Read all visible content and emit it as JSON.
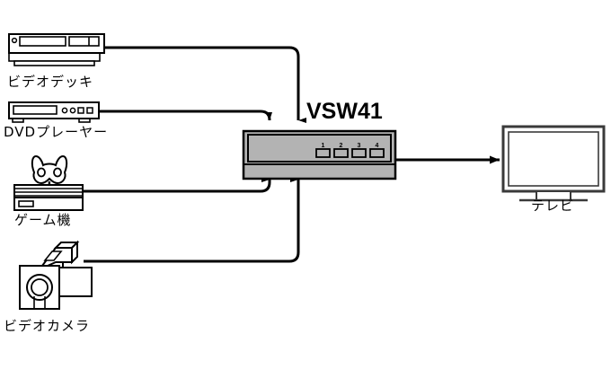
{
  "diagram": {
    "title_label": "VSW41",
    "devices": [
      {
        "id": "vcr",
        "label": "ビデオデッキ",
        "icon": "vcr-icon"
      },
      {
        "id": "dvd",
        "label": "DVDプレーヤー",
        "icon": "dvd-player-icon"
      },
      {
        "id": "game",
        "label": "ゲーム機",
        "icon": "game-console-icon"
      },
      {
        "id": "camcorder",
        "label": "ビデオカメラ",
        "icon": "video-camera-icon"
      },
      {
        "id": "tv",
        "label": "テレビ",
        "icon": "television-icon"
      }
    ],
    "switch_box": {
      "name": "VSW41",
      "buttons": [
        "1",
        "2",
        "3",
        "4"
      ],
      "body_color": "#b3b3b3",
      "border_color": "#000000"
    },
    "connections": [
      {
        "from": "vcr",
        "to": "switch-input-2",
        "label": ""
      },
      {
        "from": "dvd",
        "to": "switch-input-1",
        "label": ""
      },
      {
        "from": "game",
        "to": "switch-input-3",
        "label": ""
      },
      {
        "from": "camcorder",
        "to": "switch-input-4",
        "label": ""
      },
      {
        "from": "switch-output",
        "to": "tv",
        "label": ""
      }
    ],
    "colors": {
      "line": "#000000",
      "device_fill": "#ffffff",
      "box_fill": "#b3b3b3",
      "screen_fill": "#ffffff",
      "frame": "#3a3a3a"
    }
  }
}
